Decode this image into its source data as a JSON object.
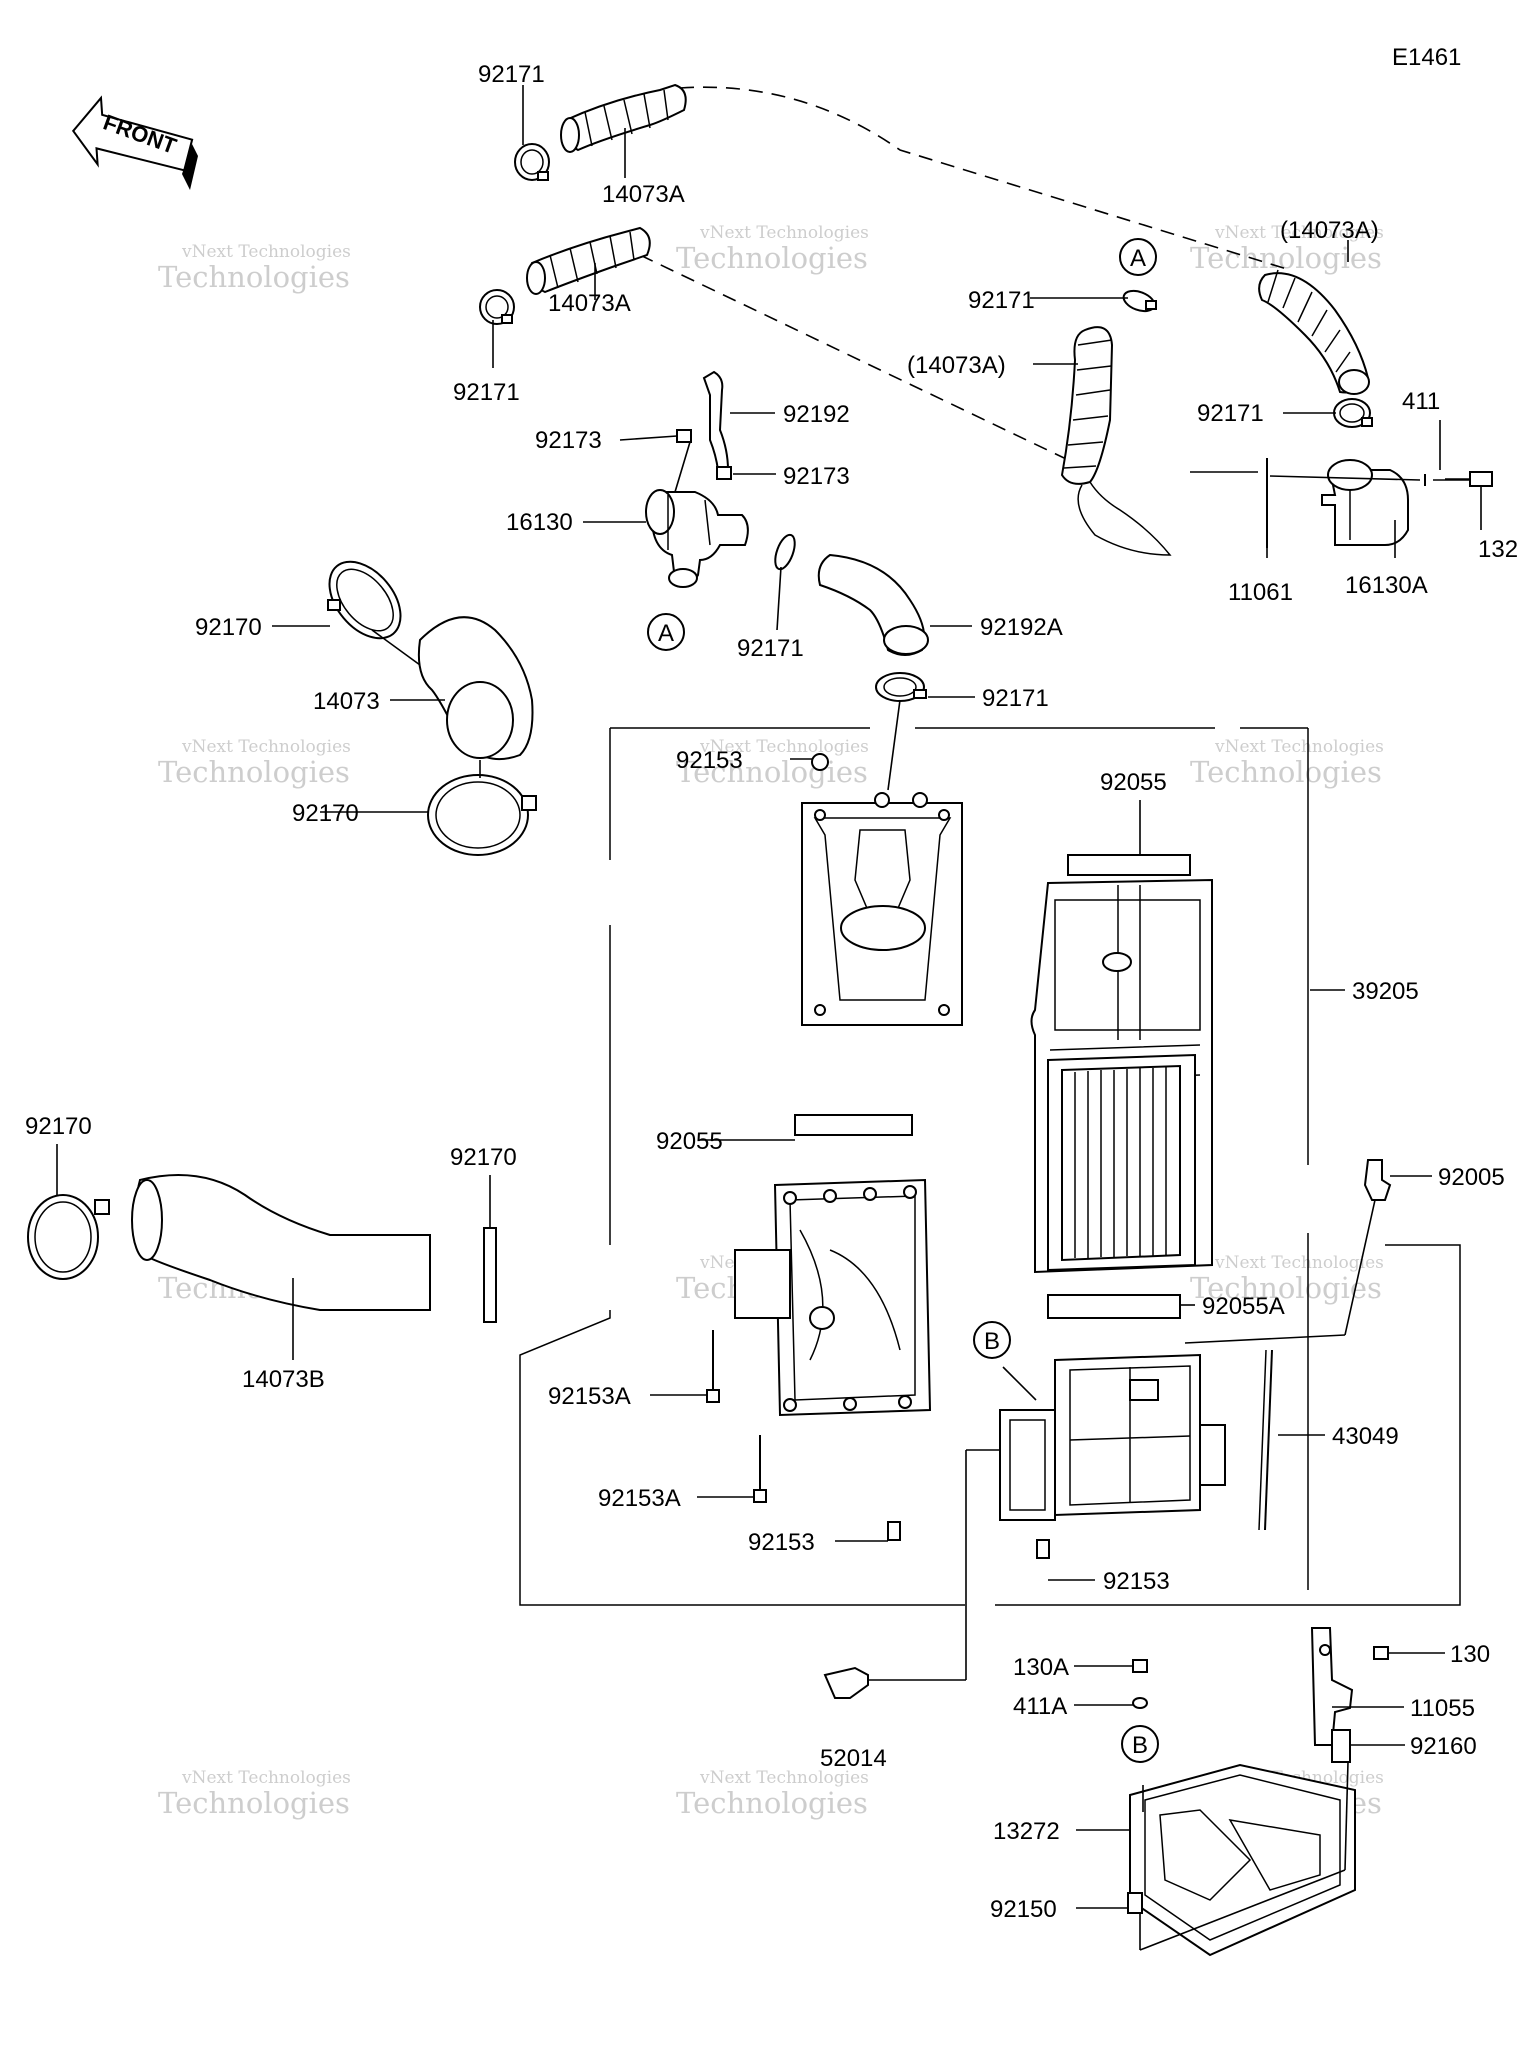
{
  "diagram": {
    "code": "E1461",
    "front_label": "FRONT",
    "watermark": {
      "brand": "vNext",
      "line1": "vNext Technologies",
      "line2": "Technologies"
    },
    "callouts": {
      "A": "A",
      "B": "B"
    },
    "labels": {
      "p92171_a": "92171",
      "p14073a_a": "14073A",
      "p14073a_b": "14073A",
      "p92171_b": "92171",
      "p92171_c": "92171",
      "p14073a_c": "(14073A)",
      "p14073a_d": "(14073A)",
      "p92171_d": "92171",
      "p411": "411",
      "p132": "132",
      "p11061": "11061",
      "p16130a": "16130A",
      "p92173_a": "92173",
      "p92192": "92192",
      "p92173_b": "92173",
      "p16130": "16130",
      "p92170_a": "92170",
      "p14073": "14073",
      "p92171_e": "92171",
      "p92192a": "92192A",
      "p92171_f": "92171",
      "p92153_a": "92153",
      "p92055_a": "92055",
      "p92170_b": "92170",
      "p39205": "39205",
      "p92170_c": "92170",
      "p92170_d": "92170",
      "p92055_b": "92055",
      "p92005": "92005",
      "p14073b": "14073B",
      "p92055a": "92055A",
      "p92153a_a": "92153A",
      "p43049": "43049",
      "p92153a_b": "92153A",
      "p92153_b": "92153",
      "p92153_c": "92153",
      "p130a": "130A",
      "p130": "130",
      "p411a": "411A",
      "p11055": "11055",
      "p52014": "52014",
      "p92160": "92160",
      "p13272": "13272",
      "p92150": "92150"
    }
  }
}
